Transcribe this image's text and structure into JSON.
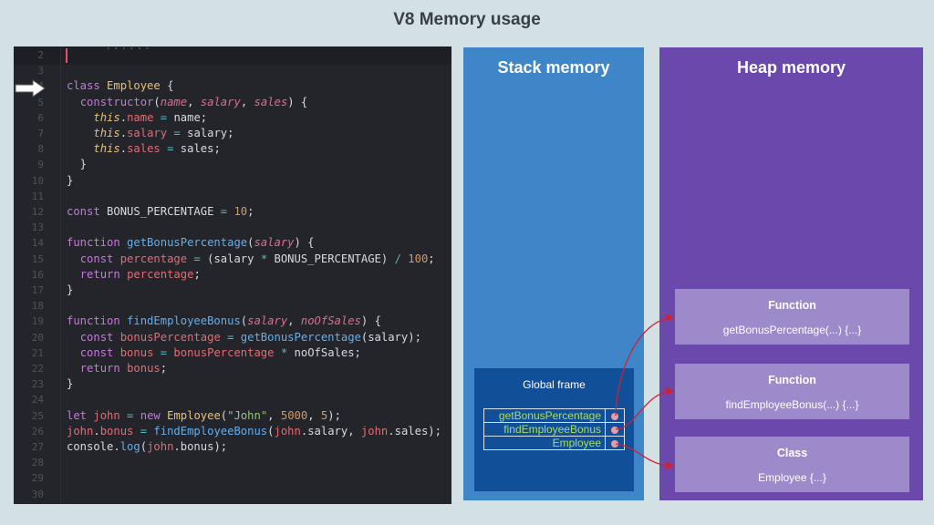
{
  "title": "V8 Memory usage",
  "editor": {
    "ghost_text": "......",
    "lines": [
      {
        "n": "2",
        "tokens": []
      },
      {
        "n": "3",
        "tokens": []
      },
      {
        "n": "4",
        "tokens": [
          [
            "kw",
            "class "
          ],
          [
            "cl",
            "Employee "
          ],
          [
            "pl",
            "{"
          ]
        ]
      },
      {
        "n": "5",
        "tokens": [
          [
            "pl",
            "  "
          ],
          [
            "kw",
            "constructor"
          ],
          [
            "pl",
            "("
          ],
          [
            "pa",
            "name"
          ],
          [
            "pl",
            ", "
          ],
          [
            "pa",
            "salary"
          ],
          [
            "pl",
            ", "
          ],
          [
            "pa",
            "sales"
          ],
          [
            "pl",
            ") {"
          ]
        ]
      },
      {
        "n": "6",
        "tokens": [
          [
            "pl",
            "    "
          ],
          [
            "th",
            "this"
          ],
          [
            "pl",
            "."
          ],
          [
            "pr",
            "name"
          ],
          [
            "op",
            " = "
          ],
          [
            "pl",
            "name;"
          ]
        ]
      },
      {
        "n": "7",
        "tokens": [
          [
            "pl",
            "    "
          ],
          [
            "th",
            "this"
          ],
          [
            "pl",
            "."
          ],
          [
            "pr",
            "salary"
          ],
          [
            "op",
            " = "
          ],
          [
            "pl",
            "salary;"
          ]
        ]
      },
      {
        "n": "8",
        "tokens": [
          [
            "pl",
            "    "
          ],
          [
            "th",
            "this"
          ],
          [
            "pl",
            "."
          ],
          [
            "pr",
            "sales"
          ],
          [
            "op",
            " = "
          ],
          [
            "pl",
            "sales;"
          ]
        ]
      },
      {
        "n": "9",
        "tokens": [
          [
            "pl",
            "  }"
          ]
        ]
      },
      {
        "n": "10",
        "tokens": [
          [
            "pl",
            "}"
          ]
        ]
      },
      {
        "n": "11",
        "tokens": []
      },
      {
        "n": "12",
        "tokens": [
          [
            "kw",
            "const "
          ],
          [
            "pl",
            "BONUS_PERCENTAGE"
          ],
          [
            "op",
            " = "
          ],
          [
            "nu",
            "10"
          ],
          [
            "pl",
            ";"
          ]
        ]
      },
      {
        "n": "13",
        "tokens": []
      },
      {
        "n": "14",
        "tokens": [
          [
            "kw",
            "function "
          ],
          [
            "fn",
            "getBonusPercentage"
          ],
          [
            "pl",
            "("
          ],
          [
            "pa",
            "salary"
          ],
          [
            "pl",
            ") {"
          ]
        ]
      },
      {
        "n": "15",
        "tokens": [
          [
            "pl",
            "  "
          ],
          [
            "kw",
            "const "
          ],
          [
            "pr",
            "percentage"
          ],
          [
            "op",
            " = "
          ],
          [
            "pl",
            "(salary "
          ],
          [
            "op",
            "* "
          ],
          [
            "pl",
            "BONUS_PERCENTAGE) "
          ],
          [
            "op",
            "/ "
          ],
          [
            "nu",
            "100"
          ],
          [
            "pl",
            ";"
          ]
        ]
      },
      {
        "n": "16",
        "tokens": [
          [
            "pl",
            "  "
          ],
          [
            "kw",
            "return "
          ],
          [
            "pr",
            "percentage"
          ],
          [
            "pl",
            ";"
          ]
        ]
      },
      {
        "n": "17",
        "tokens": [
          [
            "pl",
            "}"
          ]
        ]
      },
      {
        "n": "18",
        "tokens": []
      },
      {
        "n": "19",
        "tokens": [
          [
            "kw",
            "function "
          ],
          [
            "fn",
            "findEmployeeBonus"
          ],
          [
            "pl",
            "("
          ],
          [
            "pa",
            "salary"
          ],
          [
            "pl",
            ", "
          ],
          [
            "pa",
            "noOfSales"
          ],
          [
            "pl",
            ") {"
          ]
        ]
      },
      {
        "n": "20",
        "tokens": [
          [
            "pl",
            "  "
          ],
          [
            "kw",
            "const "
          ],
          [
            "pr",
            "bonusPercentage"
          ],
          [
            "op",
            " = "
          ],
          [
            "fn",
            "getBonusPercentage"
          ],
          [
            "pl",
            "(salary);"
          ]
        ]
      },
      {
        "n": "21",
        "tokens": [
          [
            "pl",
            "  "
          ],
          [
            "kw",
            "const "
          ],
          [
            "pr",
            "bonus"
          ],
          [
            "op",
            " = "
          ],
          [
            "pr",
            "bonusPercentage "
          ],
          [
            "op",
            "* "
          ],
          [
            "pl",
            "noOfSales;"
          ]
        ]
      },
      {
        "n": "22",
        "tokens": [
          [
            "pl",
            "  "
          ],
          [
            "kw",
            "return "
          ],
          [
            "pr",
            "bonus"
          ],
          [
            "pl",
            ";"
          ]
        ]
      },
      {
        "n": "23",
        "tokens": [
          [
            "pl",
            "}"
          ]
        ]
      },
      {
        "n": "24",
        "tokens": []
      },
      {
        "n": "25",
        "tokens": [
          [
            "kw",
            "let "
          ],
          [
            "pr",
            "john"
          ],
          [
            "op",
            " = "
          ],
          [
            "kw",
            "new "
          ],
          [
            "cl",
            "Employee"
          ],
          [
            "pl",
            "("
          ],
          [
            "st",
            "\"John\""
          ],
          [
            "pl",
            ", "
          ],
          [
            "nu",
            "5000"
          ],
          [
            "pl",
            ", "
          ],
          [
            "nu",
            "5"
          ],
          [
            "pl",
            ");"
          ]
        ]
      },
      {
        "n": "26",
        "tokens": [
          [
            "pr",
            "john"
          ],
          [
            "pl",
            "."
          ],
          [
            "pr",
            "bonus"
          ],
          [
            "op",
            " = "
          ],
          [
            "fn",
            "findEmployeeBonus"
          ],
          [
            "pl",
            "("
          ],
          [
            "pr",
            "john"
          ],
          [
            "pl",
            ".salary, "
          ],
          [
            "pr",
            "john"
          ],
          [
            "pl",
            ".sales);"
          ]
        ]
      },
      {
        "n": "27",
        "tokens": [
          [
            "pl",
            "console."
          ],
          [
            "fn",
            "log"
          ],
          [
            "pl",
            "("
          ],
          [
            "pr",
            "john"
          ],
          [
            "pl",
            ".bonus);"
          ]
        ]
      },
      {
        "n": "28",
        "tokens": []
      },
      {
        "n": "29",
        "tokens": []
      },
      {
        "n": "30",
        "tokens": []
      }
    ]
  },
  "stack": {
    "title": "Stack memory",
    "frame_title": "Global frame",
    "entries": [
      "getBonusPercentage",
      "findEmployeeBonus",
      "Employee"
    ]
  },
  "heap": {
    "title": "Heap memory",
    "objects": [
      {
        "type": "Function",
        "value": "getBonusPercentage(...) {...}"
      },
      {
        "type": "Function",
        "value": "findEmployeeBonus(...) {...}"
      },
      {
        "type": "Class",
        "value": "Employee {...}"
      }
    ]
  },
  "colors": {
    "background": "#d3e0e4",
    "stack": "#3f86c9",
    "frame": "#114f99",
    "heap": "#6a48ac",
    "heap_object": "#9c8acb",
    "reference_arrow": "#cc2233"
  }
}
